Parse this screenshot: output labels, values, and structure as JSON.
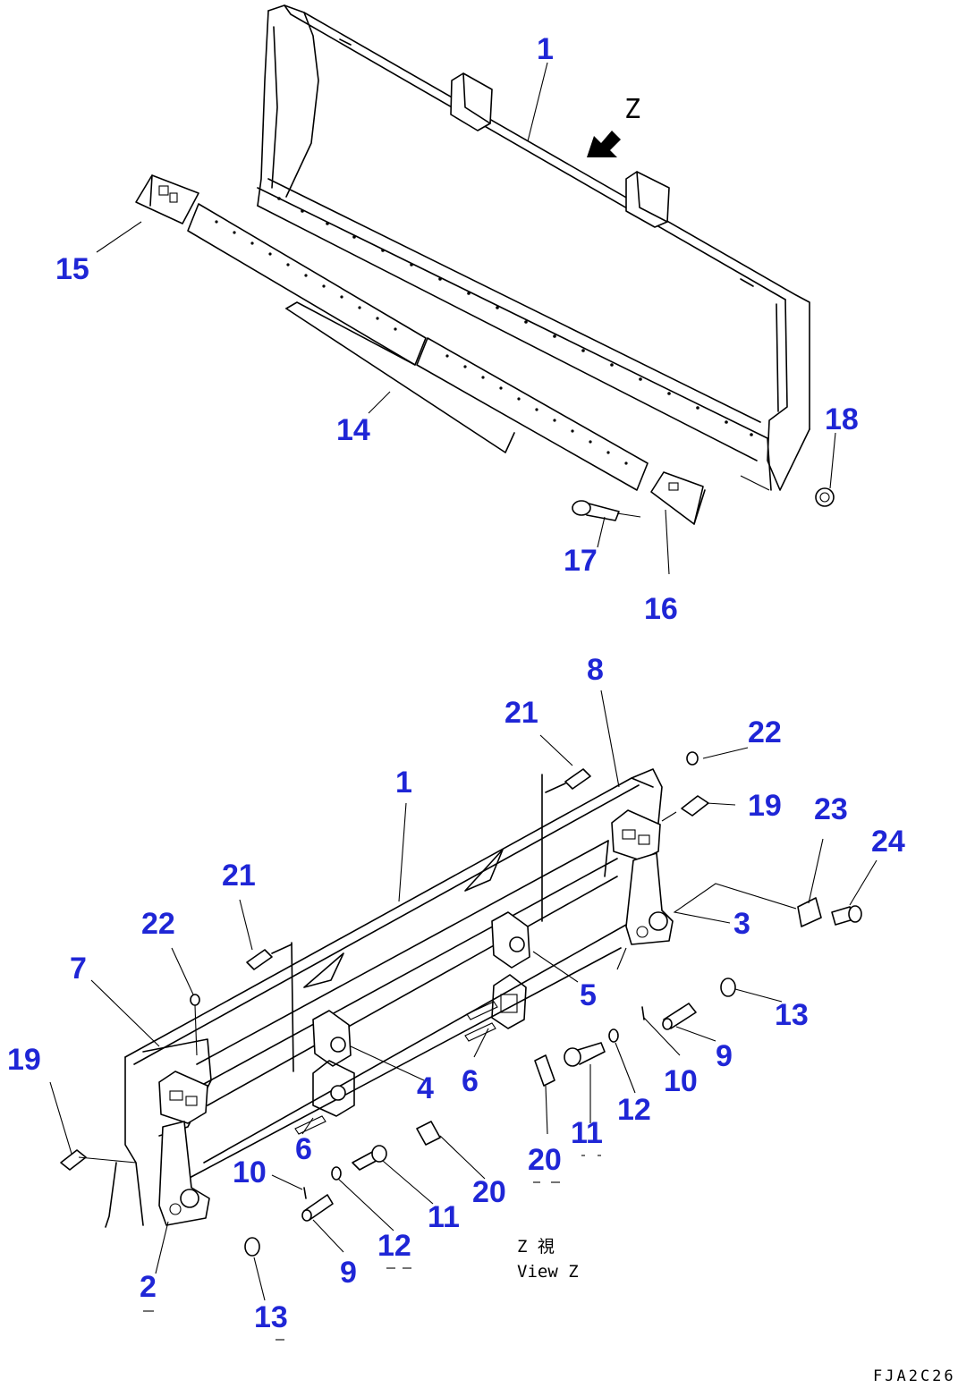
{
  "callouts": {
    "c1_top": "1",
    "c15": "15",
    "c14": "14",
    "c18": "18",
    "c17": "17",
    "c16": "16",
    "c8": "8",
    "c21_r": "21",
    "c22_r": "22",
    "c1_bot": "1",
    "c19_r": "19",
    "c23": "23",
    "c24": "24",
    "c21_l": "21",
    "c22_l": "22",
    "c7": "7",
    "c3": "3",
    "c5": "5",
    "c13_r": "13",
    "c9_r": "9",
    "c10_r": "10",
    "c12_r": "12",
    "c4": "4",
    "c6_r": "6",
    "c19_l": "19",
    "c6_l": "6",
    "c20_r": "20",
    "c11_r": "11",
    "c10_l": "10",
    "c20_l": "20",
    "c11_l": "11",
    "c12_l": "12",
    "c9_l": "9",
    "c2": "2",
    "c13_l": "13"
  },
  "view_marker": "Z",
  "view_caption_line1": "Z   視",
  "view_caption_line2": "View Z",
  "figure_code": "FJA2C26",
  "colors": {
    "callout": "#1f26d6",
    "line": "#000000",
    "background": "#ffffff"
  }
}
